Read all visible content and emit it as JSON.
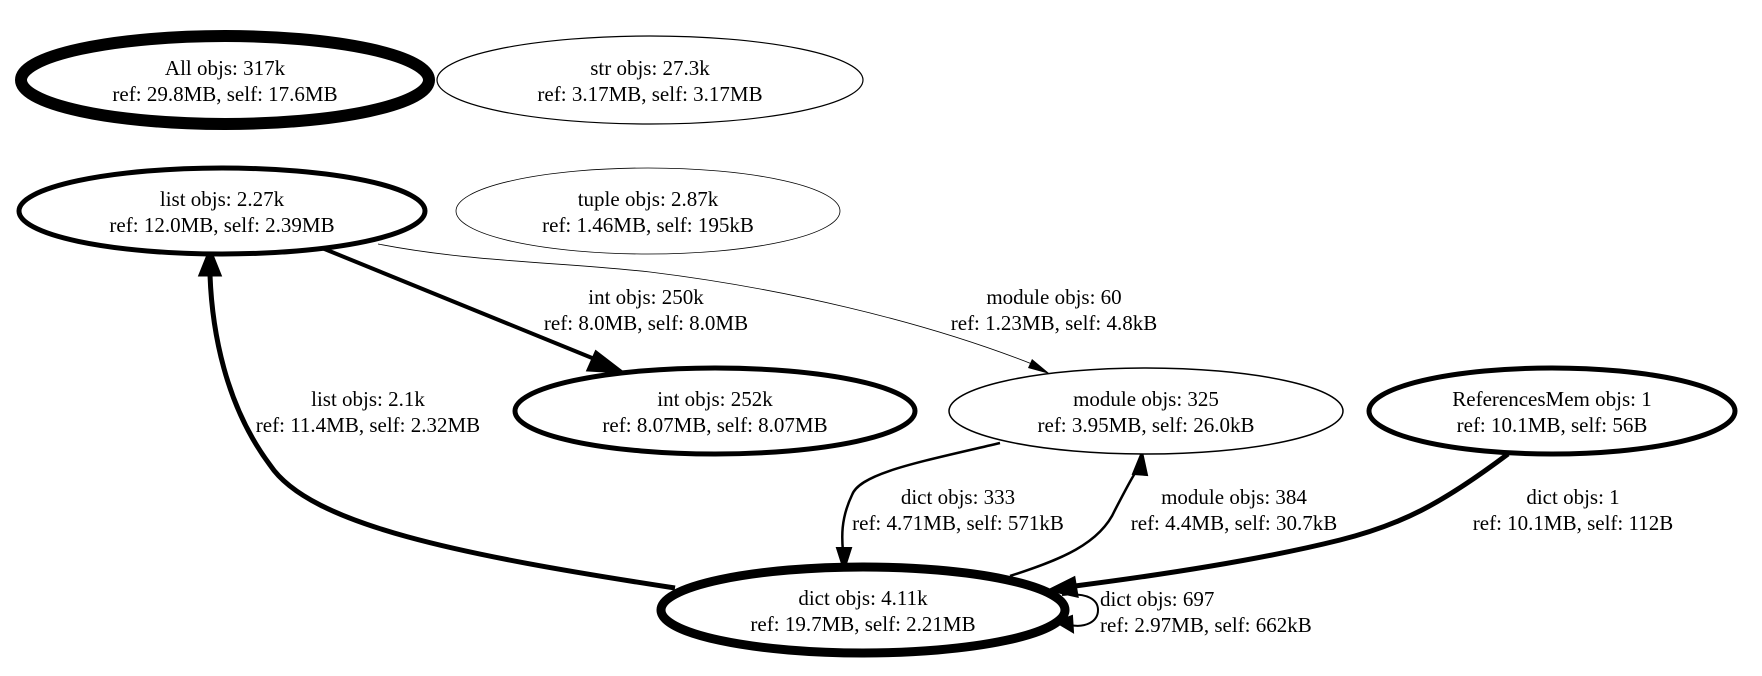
{
  "nodes": {
    "all": {
      "line1": "All objs: 317k",
      "line2": "ref: 29.8MB, self: 17.6MB"
    },
    "str": {
      "line1": "str objs: 27.3k",
      "line2": "ref: 3.17MB, self: 3.17MB"
    },
    "list": {
      "line1": "list objs: 2.27k",
      "line2": "ref: 12.0MB, self: 2.39MB"
    },
    "tuple": {
      "line1": "tuple objs: 2.87k",
      "line2": "ref: 1.46MB, self: 195kB"
    },
    "int": {
      "line1": "int objs: 252k",
      "line2": "ref: 8.07MB, self: 8.07MB"
    },
    "module": {
      "line1": "module objs: 325",
      "line2": "ref: 3.95MB, self: 26.0kB"
    },
    "refmem": {
      "line1": "ReferencesMem objs: 1",
      "line2": "ref: 10.1MB, self: 56B"
    },
    "dict": {
      "line1": "dict objs: 4.11k",
      "line2": "ref: 19.7MB, self: 2.21MB"
    }
  },
  "edges": {
    "list_int": {
      "line1": "int objs: 250k",
      "line2": "ref: 8.0MB, self: 8.0MB"
    },
    "list_module": {
      "line1": "module objs: 60",
      "line2": "ref: 1.23MB, self: 4.8kB"
    },
    "dict_list": {
      "line1": "list objs: 2.1k",
      "line2": "ref: 11.4MB, self: 2.32MB"
    },
    "module_dict": {
      "line1": "dict objs: 333",
      "line2": "ref: 4.71MB, self: 571kB"
    },
    "dict_module": {
      "line1": "module objs: 384",
      "line2": "ref: 4.4MB, self: 30.7kB"
    },
    "refmem_dict": {
      "line1": "dict objs: 1",
      "line2": "ref: 10.1MB, self: 112B"
    },
    "dict_dict": {
      "line1": "dict objs: 697",
      "line2": "ref: 2.97MB, self: 662kB"
    }
  }
}
